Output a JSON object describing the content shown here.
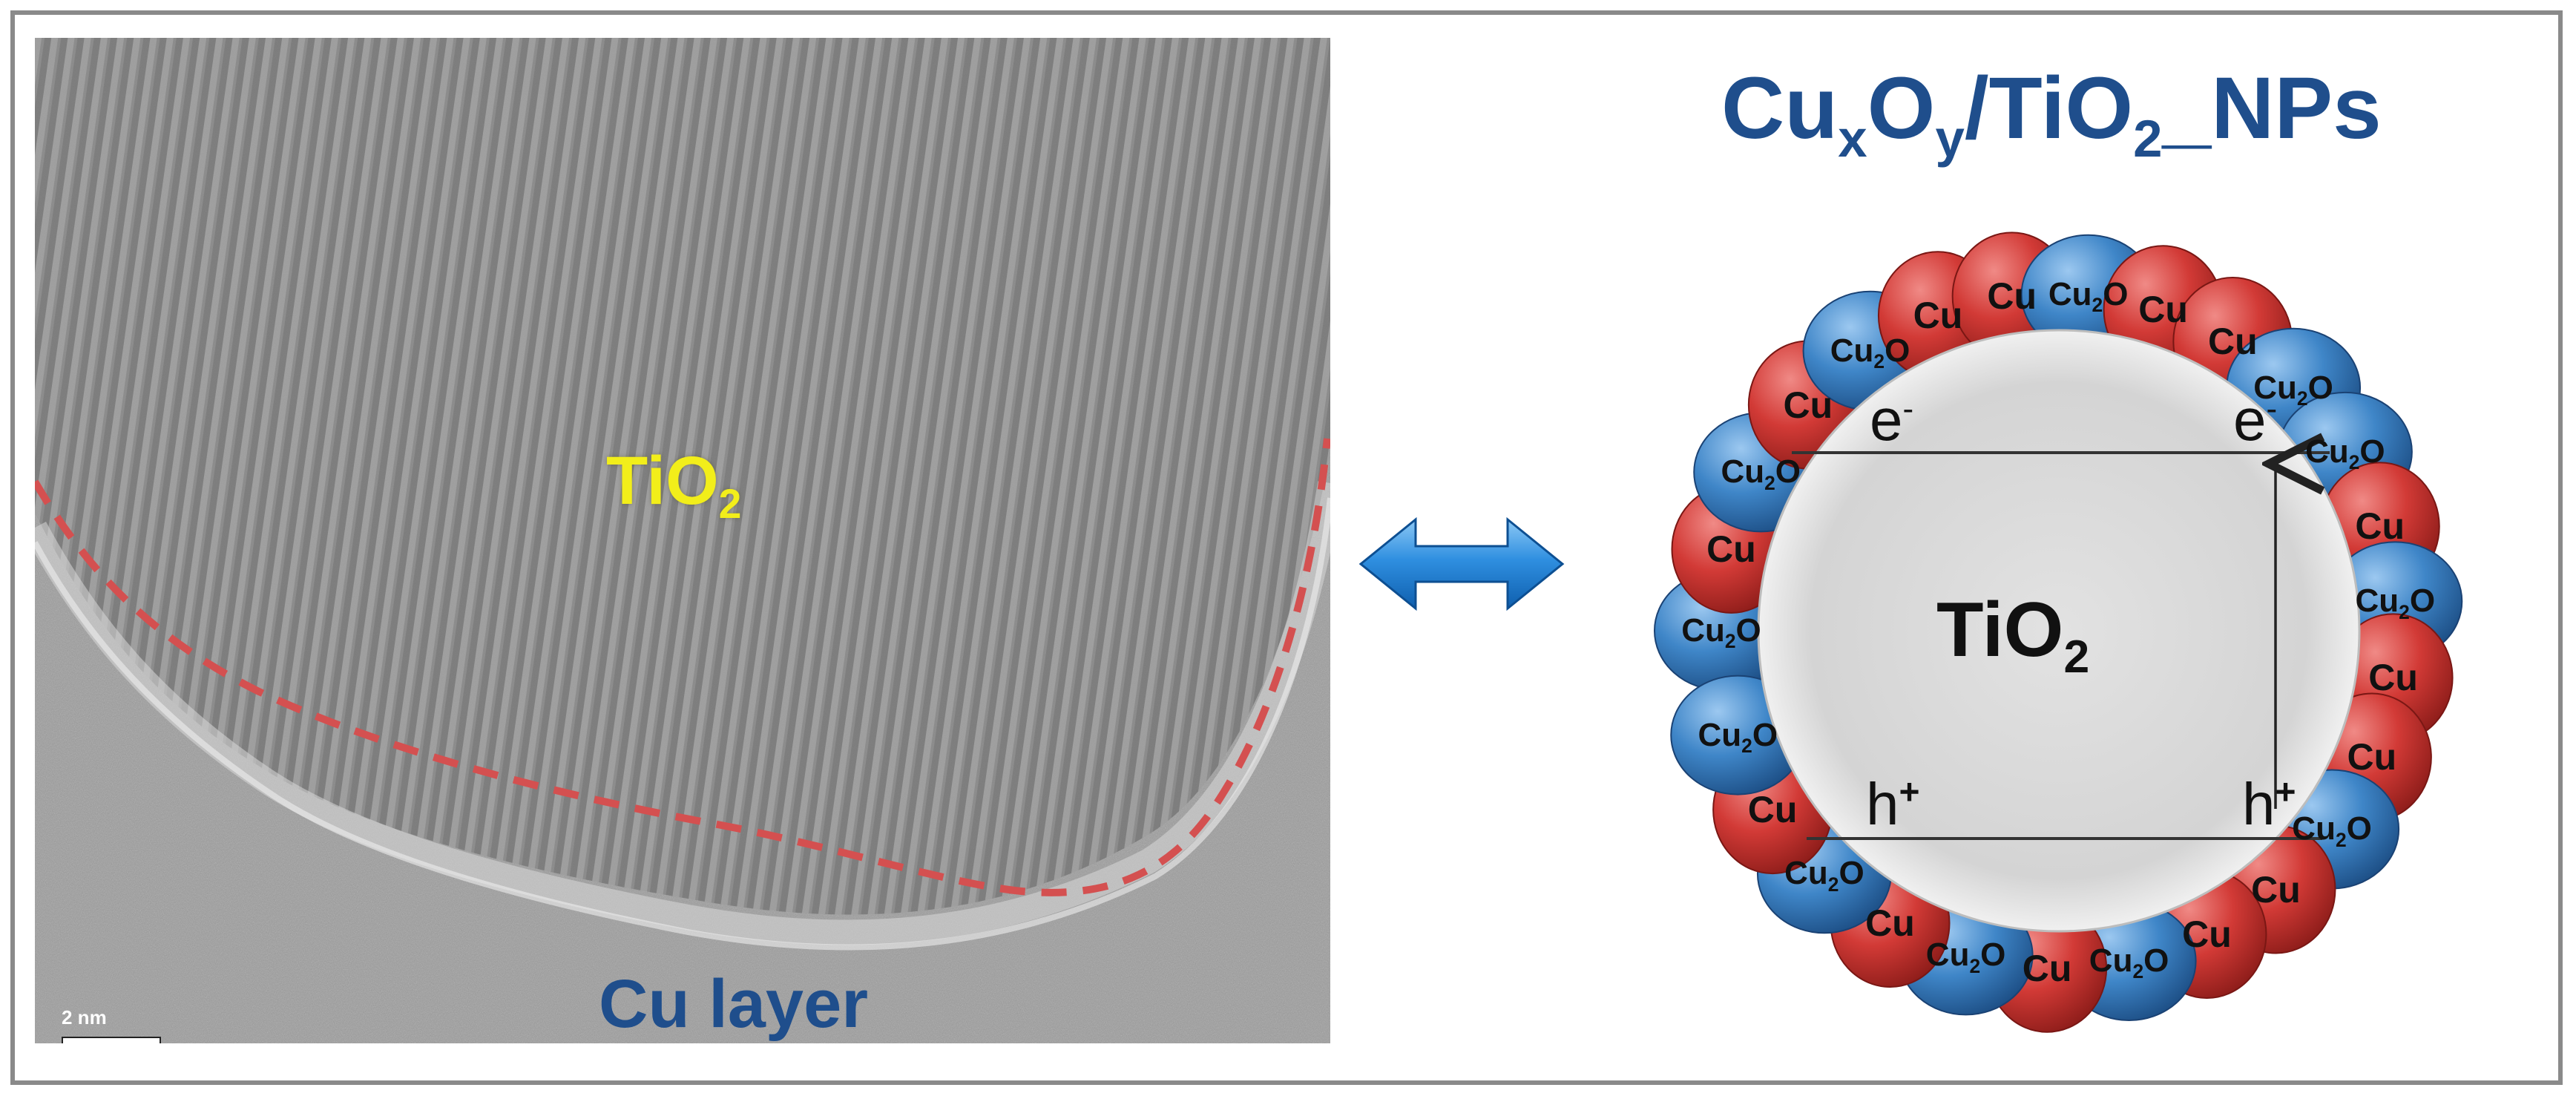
{
  "tem_image": {
    "tio2_label": "TiO",
    "tio2_sub": "2",
    "interface_label": "Cu layer",
    "scale_bar_label": "2 nm"
  },
  "diagram": {
    "title_main": "Cu",
    "title_sub_x": "x",
    "title_mid": "O",
    "title_sub_y": "y",
    "title_rest": "/TiO",
    "title_sub_2": "2",
    "title_tail": "_NPs",
    "core_label": "TiO",
    "core_sub": "2",
    "electron_left": "e",
    "electron_right": "e",
    "electron_sup": "-",
    "hole_left": "h",
    "hole_right": "h",
    "hole_sup": "+",
    "cu_label": "Cu",
    "cu2o_label_a": "Cu",
    "cu2o_label_sub": "2",
    "cu2o_label_b": "O"
  },
  "colors": {
    "title_blue": "#1f4e8c",
    "tio2_yellow": "#f2ee1a",
    "dashed_red": "#d45050",
    "cu_red": "#d23a36",
    "cu2o_blue": "#3f86c8",
    "arrow_blue": "#1e7bd3"
  },
  "particles": [
    {
      "type": "Cu2O",
      "angle": 180
    },
    {
      "type": "Cu",
      "angle": 194
    },
    {
      "type": "Cu2O",
      "angle": 208
    },
    {
      "type": "Cu",
      "angle": 222
    },
    {
      "type": "Cu2O",
      "angle": 236
    },
    {
      "type": "Cu",
      "angle": 249
    },
    {
      "type": "Cu",
      "angle": 262
    },
    {
      "type": "Cu2O",
      "angle": 275
    },
    {
      "type": "Cu",
      "angle": 288
    },
    {
      "type": "Cu",
      "angle": 301
    },
    {
      "type": "Cu2O",
      "angle": 314
    },
    {
      "type": "Cu2O",
      "angle": 328
    },
    {
      "type": "Cu",
      "angle": 342
    },
    {
      "type": "Cu2O",
      "angle": 355
    },
    {
      "type": "Cu",
      "angle": 8
    },
    {
      "type": "Cu",
      "angle": 22
    },
    {
      "type": "Cu2O",
      "angle": 36
    },
    {
      "type": "Cu",
      "angle": 50
    },
    {
      "type": "Cu",
      "angle": 64
    },
    {
      "type": "Cu2O",
      "angle": 78
    },
    {
      "type": "Cu",
      "angle": 92
    },
    {
      "type": "Cu2O",
      "angle": 106
    },
    {
      "type": "Cu",
      "angle": 120
    },
    {
      "type": "Cu2O",
      "angle": 134
    },
    {
      "type": "Cu",
      "angle": 148
    },
    {
      "type": "Cu2O",
      "angle": 162
    }
  ]
}
